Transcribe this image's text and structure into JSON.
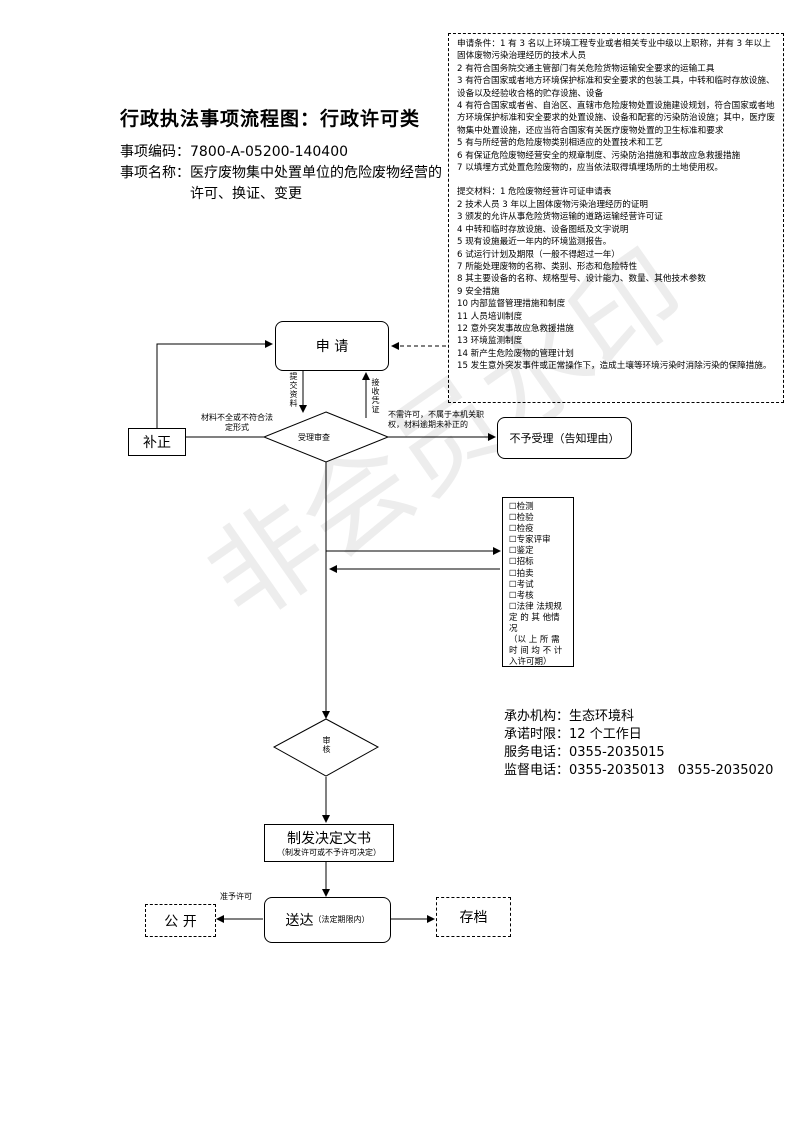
{
  "title": "行政执法事项流程图：行政许可类",
  "item_code_label": "事项编码：",
  "item_code": "7800-A-05200-140400",
  "item_name_label": "事项名称：",
  "item_name_line1": "医疗废物集中处置单位的危险废物经营的",
  "item_name_line2": "许可、换证、变更",
  "conditions": [
    "申请条件：1 有 3 名以上环境工程专业或者相关专业中级以上职称，并有 3 年以上固体废物污染治理经历的技术人员",
    "2 有符合国务院交通主管部门有关危险货物运输安全要求的运输工具",
    "3 有符合国家或者地方环境保护标准和安全要求的包装工具，中转和临时存放设施、设备以及经验收合格的贮存设施、设备",
    "4 有符合国家或者省、自治区、直辖市危险废物处置设施建设规划，符合国家或者地方环境保护标准和安全要求的处置设施、设备和配套的污染防治设施；其中，医疗废物集中处置设施，还应当符合国家有关医疗废物处置的卫生标准和要求",
    "5 有与所经营的危险废物类别相适应的处置技术和工艺",
    "6 有保证危险废物经营安全的规章制度、污染防治措施和事故应急救援措施",
    "7 以填埋方式处置危险废物的，应当依法取得填埋场所的土地使用权。"
  ],
  "materials": [
    "提交材料：1 危险废物经营许可证申请表",
    "2 技术人员 3 年以上固体废物污染治理经历的证明",
    "3 颁发的允许从事危险货物运输的道路运输经营许可证",
    "4 中转和临时存放设施、设备图纸及文字说明",
    "5 现有设施最近一年内的环境监测报告。",
    "6 试运行计划及期限（一般不得超过一年）",
    "7 所能处理废物的名称、类别、形态和危险特性",
    "8 其主要设备的名称、规格型号、设计能力、数量、其他技术参数",
    "9 安全措施",
    "10 内部监督管理措施和制度",
    "11 人员培训制度",
    "12 意外突发事故应急救援措施",
    "13 环境监测制度",
    "14 新产生危险废物的管理计划",
    "15 发生意外突发事件或正常操作下，造成土壤等环境污染时消除污染的保障措施。"
  ],
  "flow": {
    "apply": "申 请",
    "submit": "提交资料",
    "receive": "接收凭证",
    "correction": "补正",
    "review": "受理审查",
    "incomplete": "材料不全或不符合法定形式",
    "reject_reason": "不需许可，不属于本机关职权，材料逾期未补正的",
    "reject": "不予受理（告知理由）",
    "checks": [
      "☐检测",
      "☐检验",
      "☐检疫",
      "☐专家评审",
      "☐鉴定",
      "☐招标",
      "☐拍卖",
      "☐考试",
      "☐考核",
      "☐法律 法规规定 的 其 他情况"
    ],
    "checks_note": "（以 上 所 需时 间 均 不 计入许可期）",
    "audit": "审核",
    "decision_main": "制发决定文书",
    "decision_sub": "（制发许可或不予许可决定）",
    "grant": "准予许可",
    "publish": "公 开",
    "deliver_main": "送达",
    "deliver_sub": "（法定期限内）",
    "archive": "存档"
  },
  "agency": {
    "org_label": "承办机构：",
    "org": "生态环境科",
    "limit_label": "承诺时限：",
    "limit": "12 个工作日",
    "service_label": "服务电话：",
    "service_phone": "0355-2035015",
    "supervise_label": "监督电话：",
    "supervise_phones": "0355-2035013　0355-2035020"
  },
  "watermark": "非会员水印"
}
